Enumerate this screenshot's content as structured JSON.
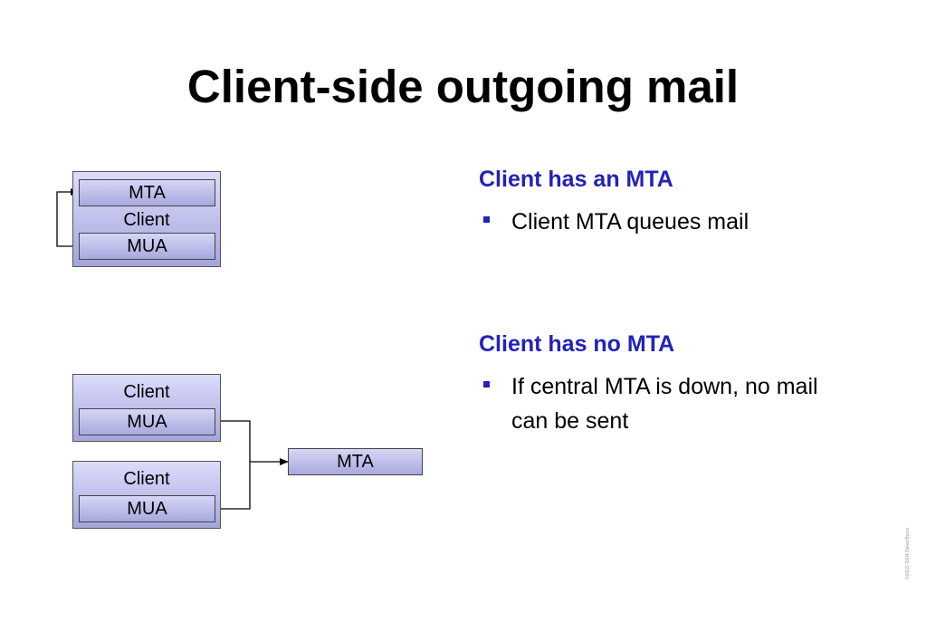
{
  "title": "Client-side outgoing mail",
  "diagram_top": {
    "mta_label": "MTA",
    "client_label": "Client",
    "mua_label": "MUA"
  },
  "diagram_bottom": {
    "client1_label": "Client",
    "mua1_label": "MUA",
    "client2_label": "Client",
    "mua2_label": "MUA",
    "central_mta_label": "MTA"
  },
  "section1": {
    "heading": "Client has an MTA",
    "bullets": [
      "Client MTA queues mail"
    ]
  },
  "section2": {
    "heading": "Client has no MTA",
    "bullets": [
      "If central MTA is down, no mail can be sent"
    ]
  },
  "colors": {
    "heading": "#2222bb",
    "box_fill_top": "#dcdcfb",
    "box_fill_bottom": "#a5a5dd"
  },
  "copyright": "©2003–2004 David Byers"
}
